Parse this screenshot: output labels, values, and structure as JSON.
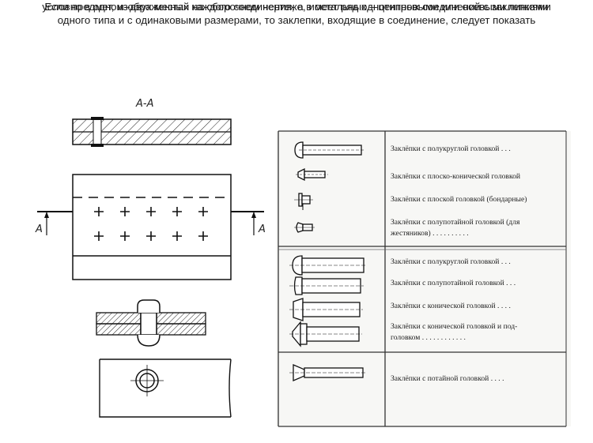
{
  "text": {
    "line1": "Если предмет, изображенный на сборочном чертеже, имеет ряд однотипных соединений с заклепками",
    "line2": "одного типа и с одинаковыми размерами, то заклепки, входящие в соединение, следует показать",
    "line3": "условно в одном–двух  местах каждого соединения, а в остальных – центровыми или осевыми линиями"
  },
  "drawing": {
    "section_label": "А-А",
    "arrow_label_left": "А",
    "arrow_label_right": "А"
  },
  "table": {
    "group1": [
      "Заклёпки с полукруглой головкой . . .",
      "Заклёпки с плоско-конической головкой",
      "Заклёпки с плоской головкой (бондарные)",
      "Заклёпки с полупотайной головкой (для",
      "жестяников) . . . . . . . . . ."
    ],
    "group2": [
      "Заклёпки с полукруглой головкой . . .",
      "Заклёпки с полупотайной головкой . . .",
      "Заклёпки с конической головкой . . . .",
      "Заклёпки с конической головкой и под-",
      "головком . . . . . . . . . . . ."
    ],
    "group3": [
      "Заклёпки с потайной головкой . . . ."
    ]
  }
}
